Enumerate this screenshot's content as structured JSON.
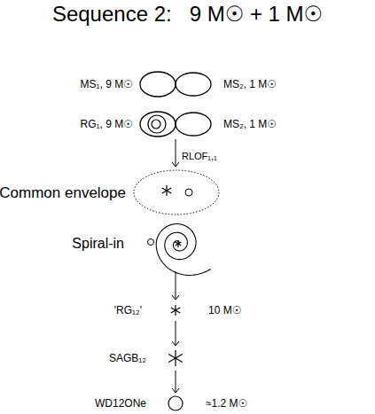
{
  "diagram": {
    "title": "Sequence 2:   9 M☉ + 1 M☉",
    "nodes": [
      {
        "text": [
          "MS₁, 9 M☉",
          "MS₂, 1 M☉"
        ]
      },
      {
        "text": [
          "RG₁, 9 M☉",
          "MS₂, 1 M☉"
        ]
      },
      {
        "text": [
          "Common envelope"
        ]
      },
      {
        "text": [
          "Spiral-in"
        ]
      },
      {
        "text": [
          "'RG₁₂'",
          "10 M☉"
        ]
      },
      {
        "text": [
          "SAGB₁₂"
        ]
      },
      {
        "text": [
          "WD12ONe",
          "≈1.2 M☉"
        ]
      }
    ],
    "edges": [
      {
        "from": 1,
        "to": 2,
        "arrow": "to",
        "label": "RLOF₁,₁"
      },
      {
        "from": 3,
        "to": 4,
        "arrow": "to"
      },
      {
        "from": 4,
        "to": 5,
        "arrow": "to"
      },
      {
        "from": 5,
        "to": 6,
        "arrow": "to"
      }
    ]
  }
}
